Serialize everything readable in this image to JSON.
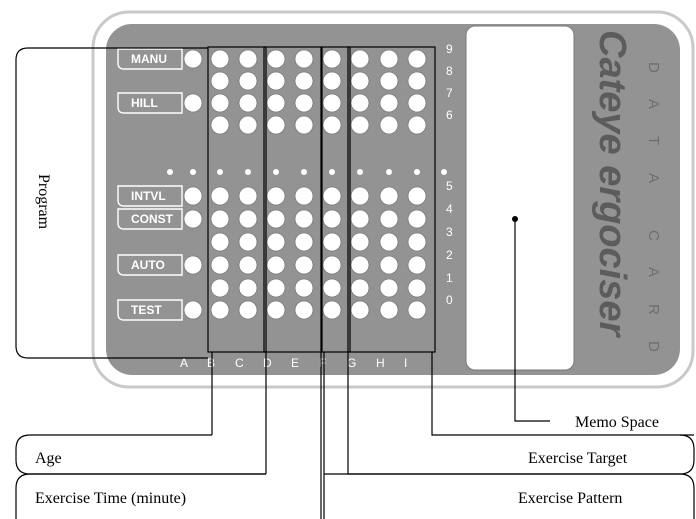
{
  "programs": [
    {
      "label": "MANU",
      "row": 9
    },
    {
      "label": "HILL",
      "row": 7
    },
    {
      "label": "INTVL",
      "row": 5
    },
    {
      "label": "CONST",
      "row": 4
    },
    {
      "label": "AUTO",
      "row": 2
    },
    {
      "label": "TEST",
      "row": 0
    }
  ],
  "columns": [
    "A",
    "B",
    "C",
    "D",
    "E",
    "F",
    "G",
    "H",
    "I"
  ],
  "row_labels": [
    "9",
    "8",
    "7",
    "6",
    "5",
    "4",
    "3",
    "2",
    "1",
    "0"
  ],
  "brand": "Cateye ergociser",
  "data_card_letters": [
    "D",
    "A",
    "T",
    "A",
    "C",
    "A",
    "R",
    "D"
  ],
  "callouts": {
    "program": "Program",
    "age": "Age",
    "exercise_time": "Exercise Time (minute)",
    "memo_space": "Memo Space",
    "exercise_target": "Exercise Target",
    "exercise_pattern": "Exercise Pattern"
  },
  "colors": {
    "card": "#939393",
    "card_outline": "#c9c9c9",
    "dot": "#ffffff",
    "line": "#000000"
  }
}
